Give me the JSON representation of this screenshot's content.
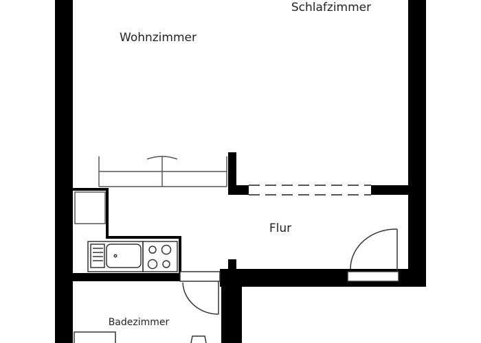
{
  "rooms": {
    "wohnzimmer": "Wohnzimmer",
    "schlafzimmer": "Schlafzimmer",
    "flur": "Flur",
    "badezimmer": "Badezimmer"
  },
  "colors": {
    "wall": "#000000",
    "background": "#ffffff",
    "fixture_stroke": "#333333",
    "dashed_line": "#555555"
  },
  "icons": [
    "sink-icon",
    "stove-icon",
    "door-swing-icon",
    "window-icon",
    "counter-icon"
  ]
}
